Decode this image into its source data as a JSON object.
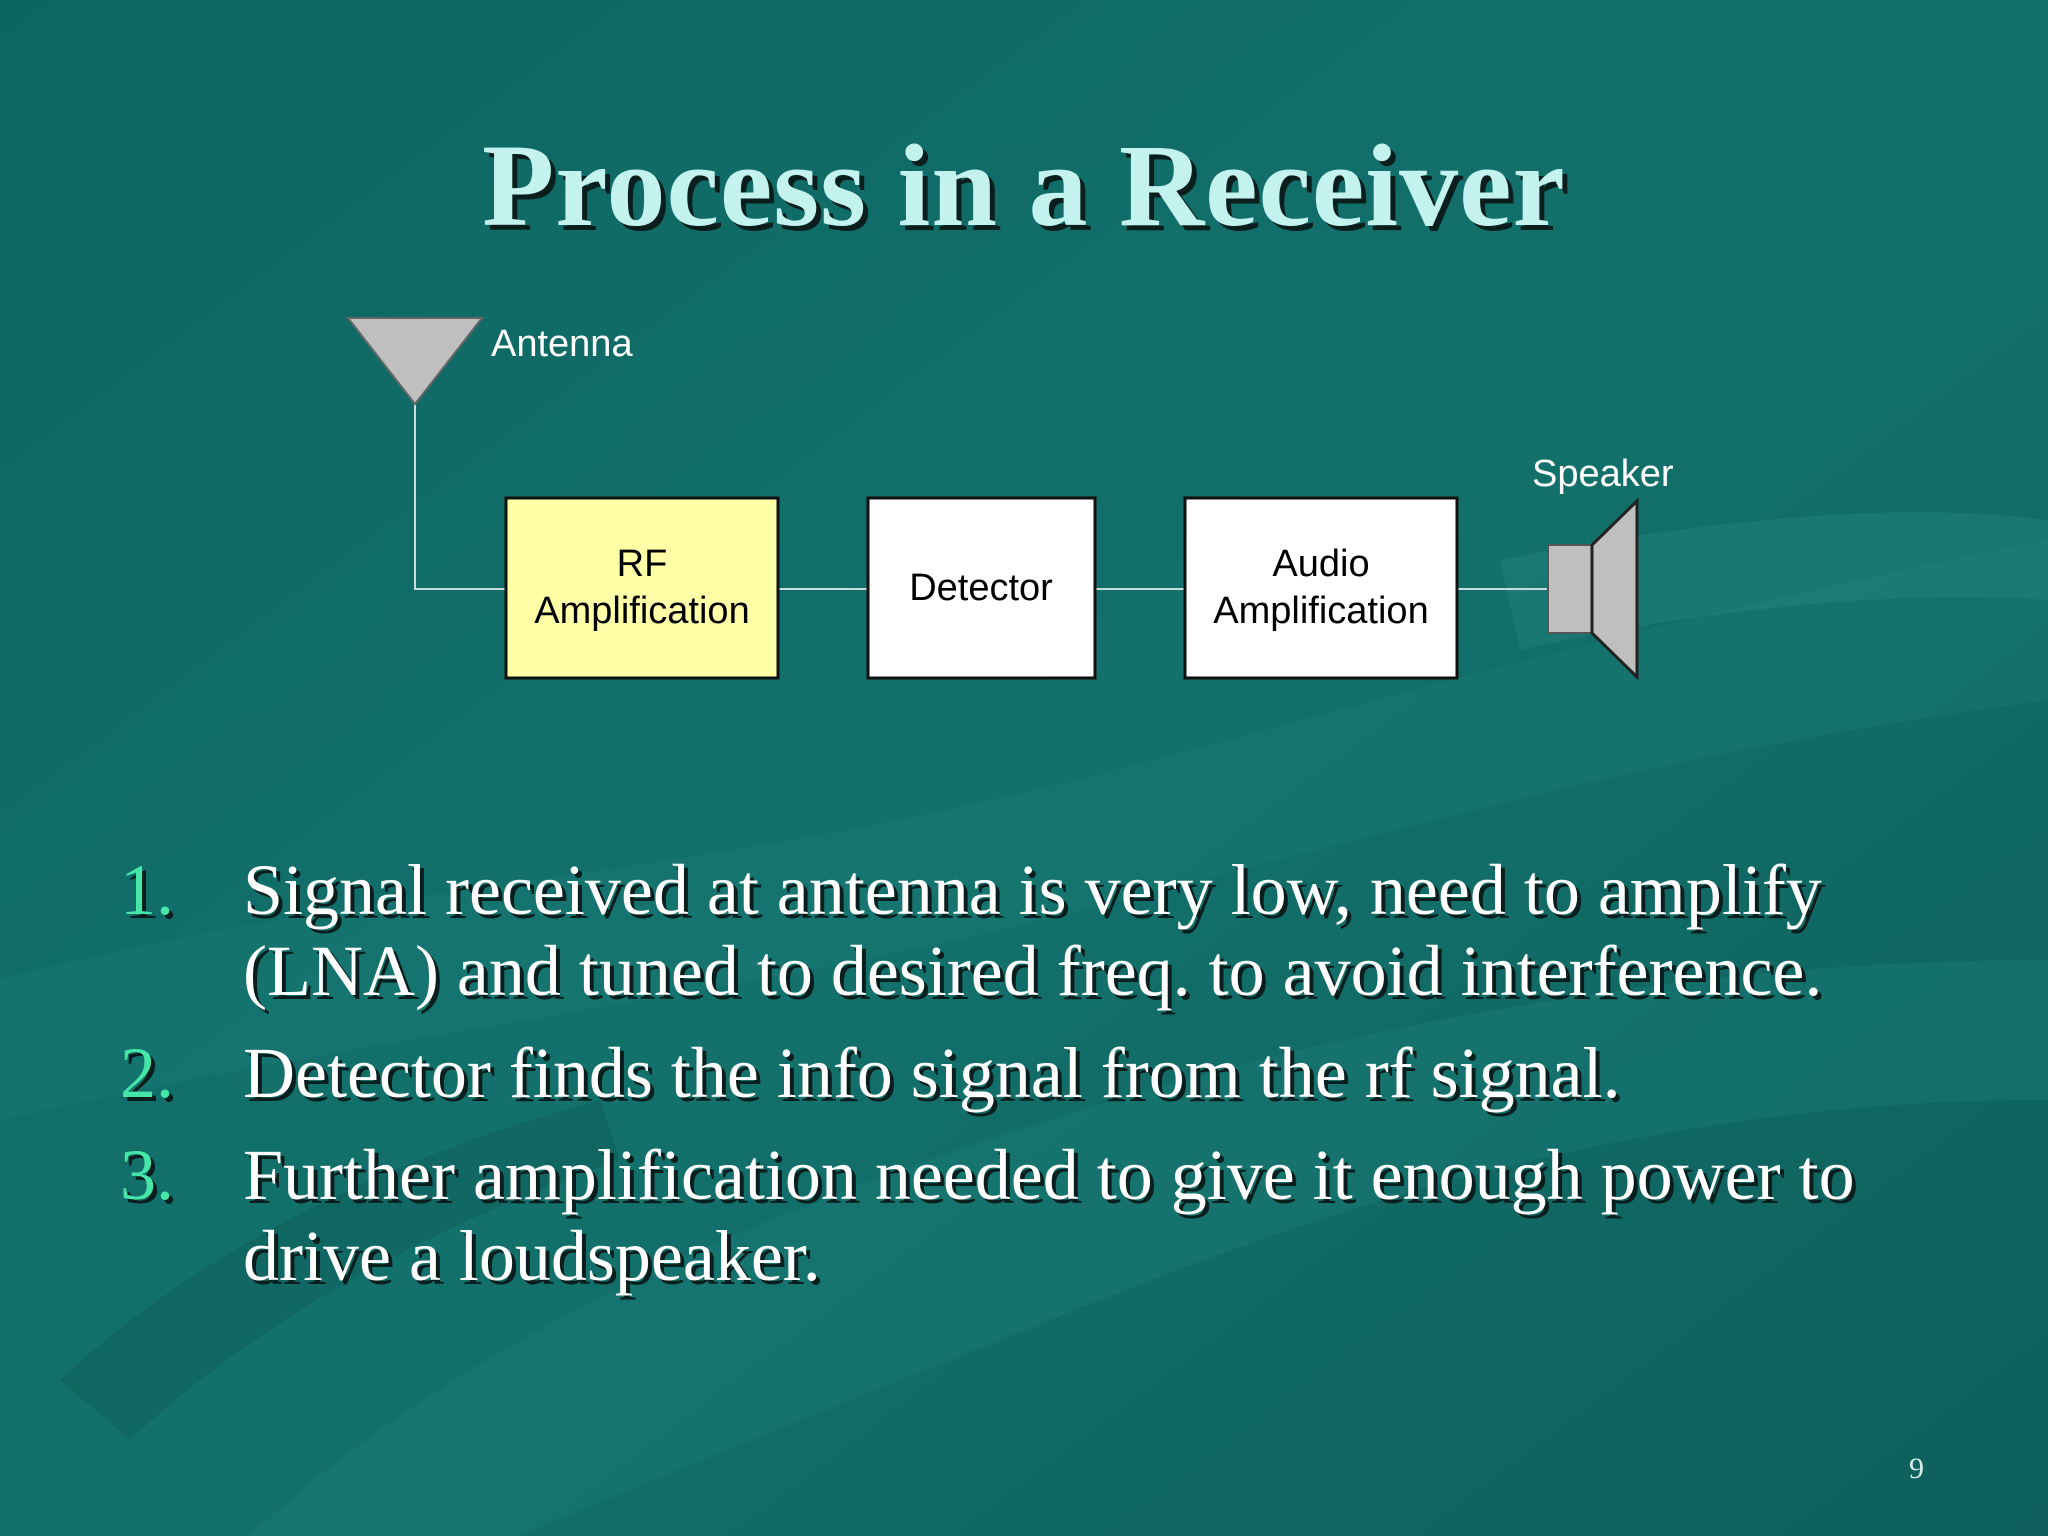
{
  "slide": {
    "title": "Process in a Receiver",
    "page_number": "9"
  },
  "diagram": {
    "antenna_label": "Antenna",
    "speaker_label": "Speaker",
    "blocks": [
      {
        "lines": [
          "RF",
          "Amplification"
        ],
        "fill": "#ffffa8"
      },
      {
        "lines": [
          "Detector"
        ],
        "fill": "#ffffff"
      },
      {
        "lines": [
          "Audio",
          "Amplification"
        ],
        "fill": "#ffffff"
      }
    ],
    "colors": {
      "antenna": "#bfbfbf",
      "speaker": "#bfbfbf",
      "wire": "#c8dcdb",
      "block_border": "#111111"
    }
  },
  "steps": [
    {
      "number": "1.",
      "text": "Signal received at antenna is very low, need to amplify (LNA) and tuned to desired freq. to avoid interference."
    },
    {
      "number": "2.",
      "text": "Detector finds the info signal from the rf signal."
    },
    {
      "number": "3.",
      "text": "Further amplification needed to give it enough power to drive a loudspeaker."
    }
  ],
  "theme": {
    "background": "#0f6a66",
    "title_color": "#c4f2ee",
    "number_color": "#46e6a8",
    "text_color": "#ffffff"
  }
}
